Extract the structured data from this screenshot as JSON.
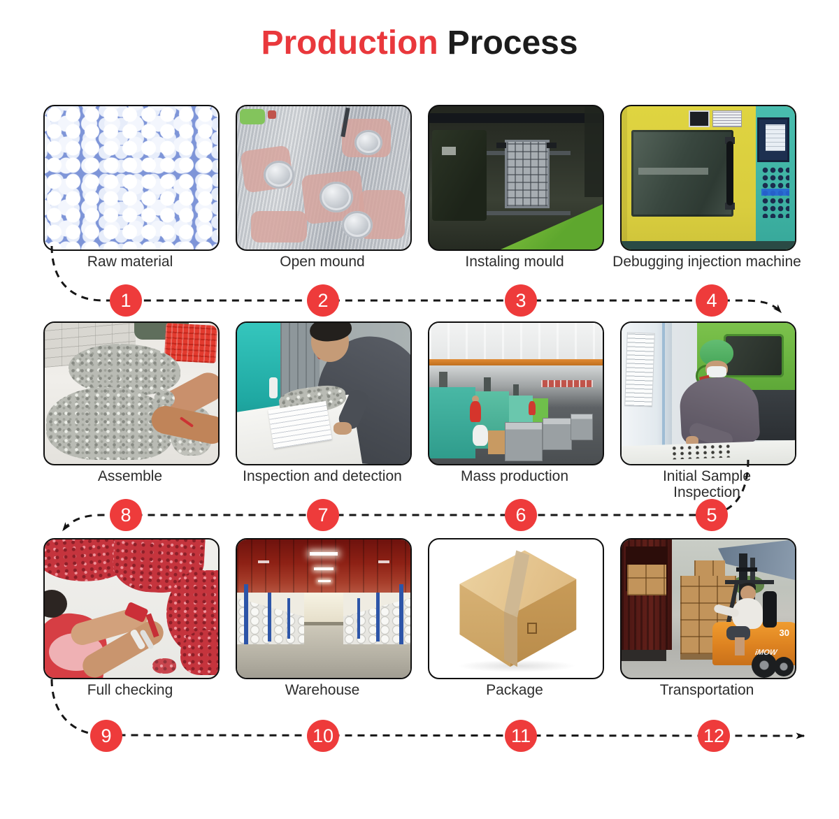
{
  "title": {
    "text_red": "Production",
    "text_dark": "Process"
  },
  "colors": {
    "accent_red": "#e9383c",
    "step_circle_red": "#ee3b3b",
    "connector_black": "#161616",
    "label_text": "#2c2c2c"
  },
  "rows": [
    {
      "cells": [
        {
          "number": "1",
          "label": "Raw material",
          "image": "white-plastic-pellets"
        },
        {
          "number": "2",
          "label": "Open mound",
          "image": "metal-mold-plate"
        },
        {
          "number": "3",
          "label": "Instaling mould",
          "image": "injection-machine-interior"
        },
        {
          "number": "4",
          "label": "Debugging injection machine",
          "image": "yellow-injection-machine-control-panel"
        }
      ]
    },
    {
      "cells": [
        {
          "number": "8",
          "label": "Assemble",
          "image": "pile-of-grey-parts"
        },
        {
          "number": "7",
          "label": "Inspection and detection",
          "image": "worker-inspecting-parts-at-desk"
        },
        {
          "number": "6",
          "label": "Mass production",
          "image": "factory-floor-with-machines"
        },
        {
          "number": "5",
          "label": "Initial Sample Inspection",
          "image": "worker-checking-first-samples"
        }
      ]
    },
    {
      "cells": [
        {
          "number": "9",
          "label": "Full checking",
          "image": "hands-checking-red-parts"
        },
        {
          "number": "10",
          "label": "Warehouse",
          "image": "warehouse-aisle-with-sacks"
        },
        {
          "number": "11",
          "label": "Package",
          "image": "cardboard-box"
        },
        {
          "number": "12",
          "label": "Transportation",
          "image": "forklift-loading-truck"
        }
      ]
    }
  ],
  "photo_details": {
    "forklift_model": "30",
    "forklift_brand": "iMOW"
  }
}
